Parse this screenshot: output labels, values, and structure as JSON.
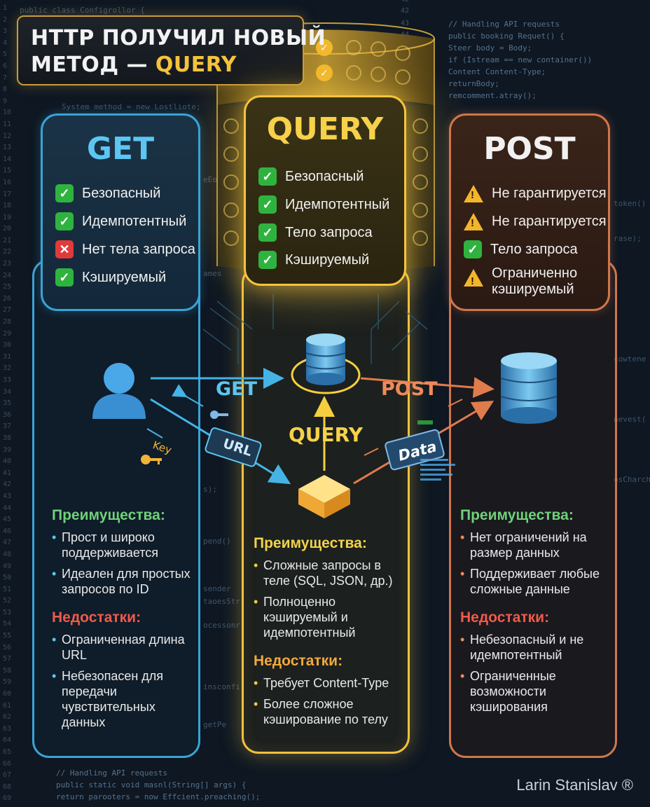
{
  "title": {
    "line1": "HTTP ПОЛУЧИЛ НОВЫЙ",
    "line2_prefix": "МЕТОД — ",
    "line2_accent": "QUERY"
  },
  "colors": {
    "get": "#3aa3d6",
    "query": "#f4c43d",
    "post": "#d0764a",
    "pro": "#6fd17a",
    "con": "#ee5b4a"
  },
  "get": {
    "title": "GET",
    "features": [
      {
        "icon": "check-icon",
        "text": "Безопасный"
      },
      {
        "icon": "check-icon",
        "text": "Идемпотентный"
      },
      {
        "icon": "cross-icon",
        "text": "Нет тела запроса"
      },
      {
        "icon": "check-icon",
        "text": "Кэшируемый"
      }
    ],
    "pros_title": "Преимущества:",
    "pros": [
      "Прост и широко поддерживается",
      "Идеален для простых запросов по ID"
    ],
    "cons_title": "Недостатки:",
    "cons": [
      "Ограниченная длина URL",
      "Небезопасен для передачи чувствительных данных"
    ]
  },
  "query": {
    "title": "QUERY",
    "features": [
      {
        "icon": "check-icon",
        "text": "Безопасный"
      },
      {
        "icon": "check-icon",
        "text": "Идемпотентный"
      },
      {
        "icon": "check-icon",
        "text": "Тело запроса"
      },
      {
        "icon": "check-icon",
        "text": "Кэшируемый"
      }
    ],
    "pros_title": "Преимущества:",
    "pros": [
      "Сложные запросы в теле (SQL, JSON, др.)",
      "Полноценно кэшируемый и идемпотентный"
    ],
    "cons_title": "Недостатки:",
    "cons": [
      "Требует Content-Type",
      "Более сложное кэширование по телу"
    ]
  },
  "post": {
    "title": "POST",
    "features": [
      {
        "icon": "warning-icon",
        "text": "Не гарантируется"
      },
      {
        "icon": "warning-icon",
        "text": "Не гарантируется"
      },
      {
        "icon": "check-icon",
        "text": "Тело запроса"
      },
      {
        "icon": "warning-icon",
        "text": "Ограниченно кэшируемый"
      }
    ],
    "pros_title": "Преимущества:",
    "pros": [
      "Нет ограничений на размер данных",
      "Поддерживает любые сложные данные"
    ],
    "cons_title": "Недостатки:",
    "cons": [
      "Небезопасный и не идемпотентный",
      "Ограниченные возможности кэширования"
    ]
  },
  "diagram": {
    "get_label": "GET",
    "post_label": "POST",
    "query_label": "QUERY",
    "url_label": "URL",
    "key_label": "Key",
    "data_label": "Data"
  },
  "code_bg": {
    "top_left": "public class Configrollor {",
    "mid_left": "System method = new Lostliote;",
    "right_block": [
      "// Handling API requests",
      "public booking Requet() {",
      "    Steer body = Body;",
      "    if (Istream == new container())",
      "      Content Content-Type;",
      "      returnBody;",
      "      remcomment.atray();"
    ],
    "bottom_block": [
      "// Handling API requests",
      "public static void masnl(String[] args) {",
      "    return parooters = now Effcient.preaching();"
    ],
    "gutter_numbers": [
      "1",
      "2",
      "3",
      "4",
      "5",
      "6",
      "7",
      "8",
      "9",
      "10",
      "11",
      "12",
      "13",
      "14",
      "15",
      "16",
      "17",
      "18",
      "19",
      "20",
      "21",
      "22",
      "23",
      "24",
      "25",
      "26",
      "27",
      "28",
      "29",
      "30",
      "31",
      "32",
      "33",
      "34",
      "35",
      "36",
      "37",
      "38",
      "39",
      "40",
      "41",
      "42",
      "43",
      "44",
      "45",
      "46",
      "47",
      "48",
      "49",
      "50",
      "51",
      "52",
      "53",
      "54",
      "55",
      "56",
      "57",
      "58",
      "59",
      "60",
      "61",
      "62",
      "63",
      "64",
      "65",
      "66",
      "67",
      "68",
      "69"
    ],
    "right_gutter": [
      "42",
      "43",
      "44"
    ],
    "frag": [
      "token()",
      "rase);",
      "cowtene",
      "nevest(",
      "osCharch",
      "eEo",
      "ames",
      "pend()",
      "sender",
      "taoesStr",
      "ocessonr",
      "insconfi",
      "getPe",
      "s);"
    ]
  },
  "signature": "Larin Stanislav ®"
}
